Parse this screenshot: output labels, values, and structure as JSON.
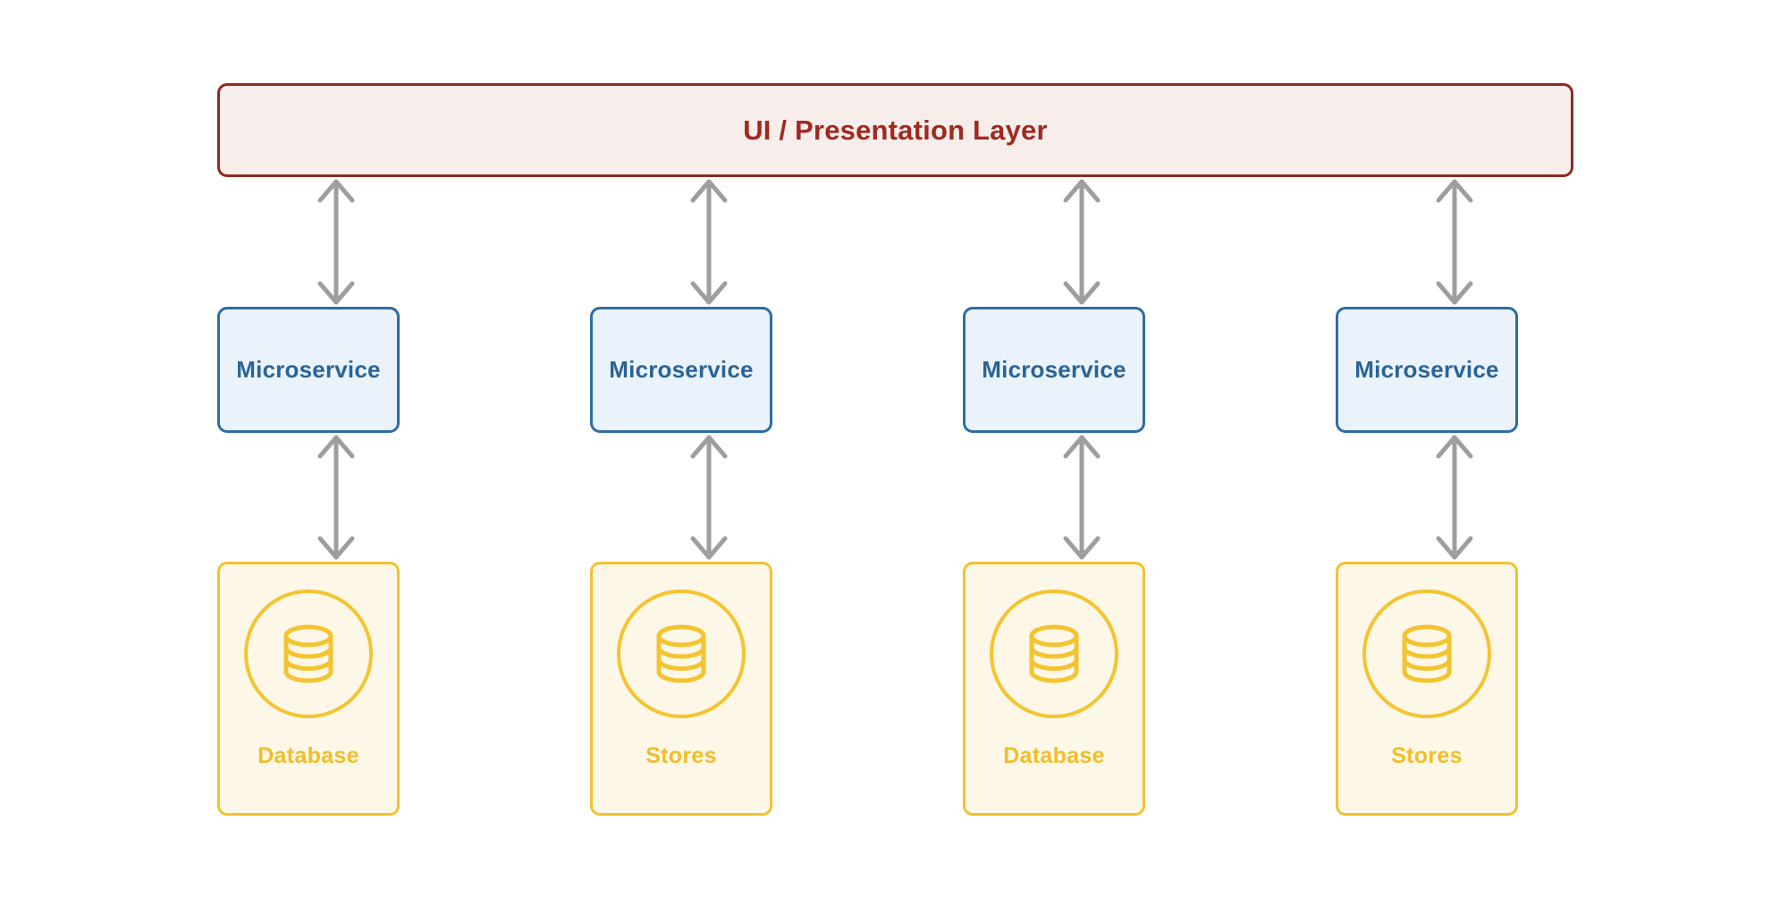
{
  "diagram": {
    "title": "Microservices layered architecture diagram",
    "background_color": "#ffffff",
    "presentation_layer": {
      "label": "UI / Presentation Layer",
      "border_color": "#8F2B20",
      "fill_color": "#F7EDEA",
      "text_color": "#9E2A20"
    },
    "service_layer": {
      "border_color": "#2E6DA4",
      "fill_color": "#EAF3FB",
      "text_color": "#2A6496",
      "nodes": [
        {
          "label": "Microservice"
        },
        {
          "label": "Microservice"
        },
        {
          "label": "Microservice"
        },
        {
          "label": "Microservice"
        }
      ]
    },
    "data_layer": {
      "border_color": "#F2C230",
      "fill_color": "#FDF7E7",
      "icon_color": "#F4C430",
      "text_color": "#F0BE2A",
      "icon_name": "database-cylinder-icon",
      "nodes": [
        {
          "label": "Database"
        },
        {
          "label": "Stores"
        },
        {
          "label": "Database"
        },
        {
          "label": "Stores"
        }
      ]
    },
    "connectors": {
      "style": "bidirectional",
      "color": "#9E9E9E",
      "count_ui_to_service": 4,
      "count_service_to_data": 4
    }
  }
}
